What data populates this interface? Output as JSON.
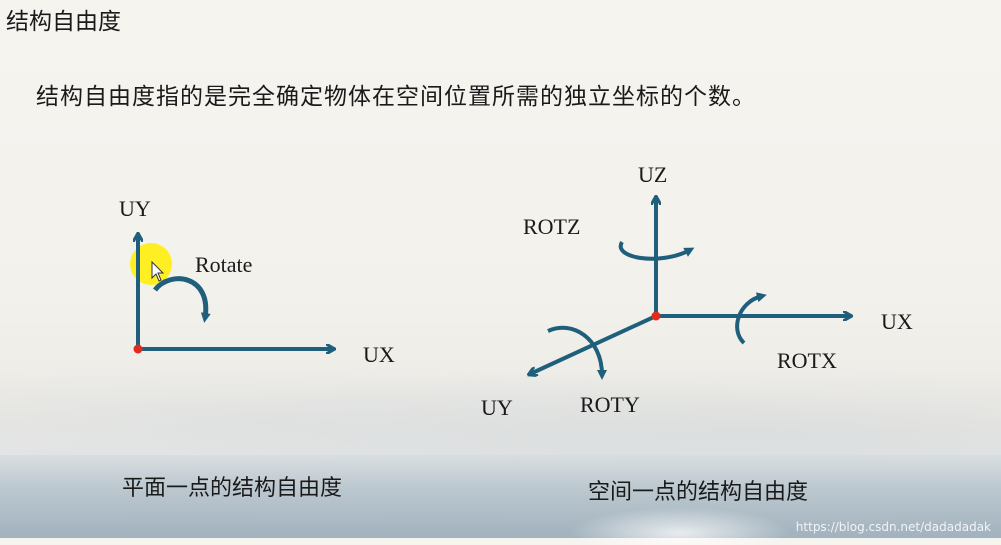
{
  "title": "结构自由度",
  "description": "结构自由度指的是完全确定物体在空间位置所需的独立坐标的个数。",
  "planar": {
    "labels": {
      "uy": "UY",
      "ux": "UX",
      "rotate": "Rotate"
    },
    "caption": "平面一点的结构自由度"
  },
  "spatial": {
    "labels": {
      "uz": "UZ",
      "rotz": "ROTZ",
      "ux": "UX",
      "rotx": "ROTX",
      "uy": "UY",
      "roty": "ROTY"
    },
    "caption": "空间一点的结构自由度"
  },
  "colors": {
    "axis": "#1f5f7c",
    "origin": "#e32b1d",
    "cursor": "#ffee00"
  },
  "watermark": "https://blog.csdn.net/dadadadak"
}
